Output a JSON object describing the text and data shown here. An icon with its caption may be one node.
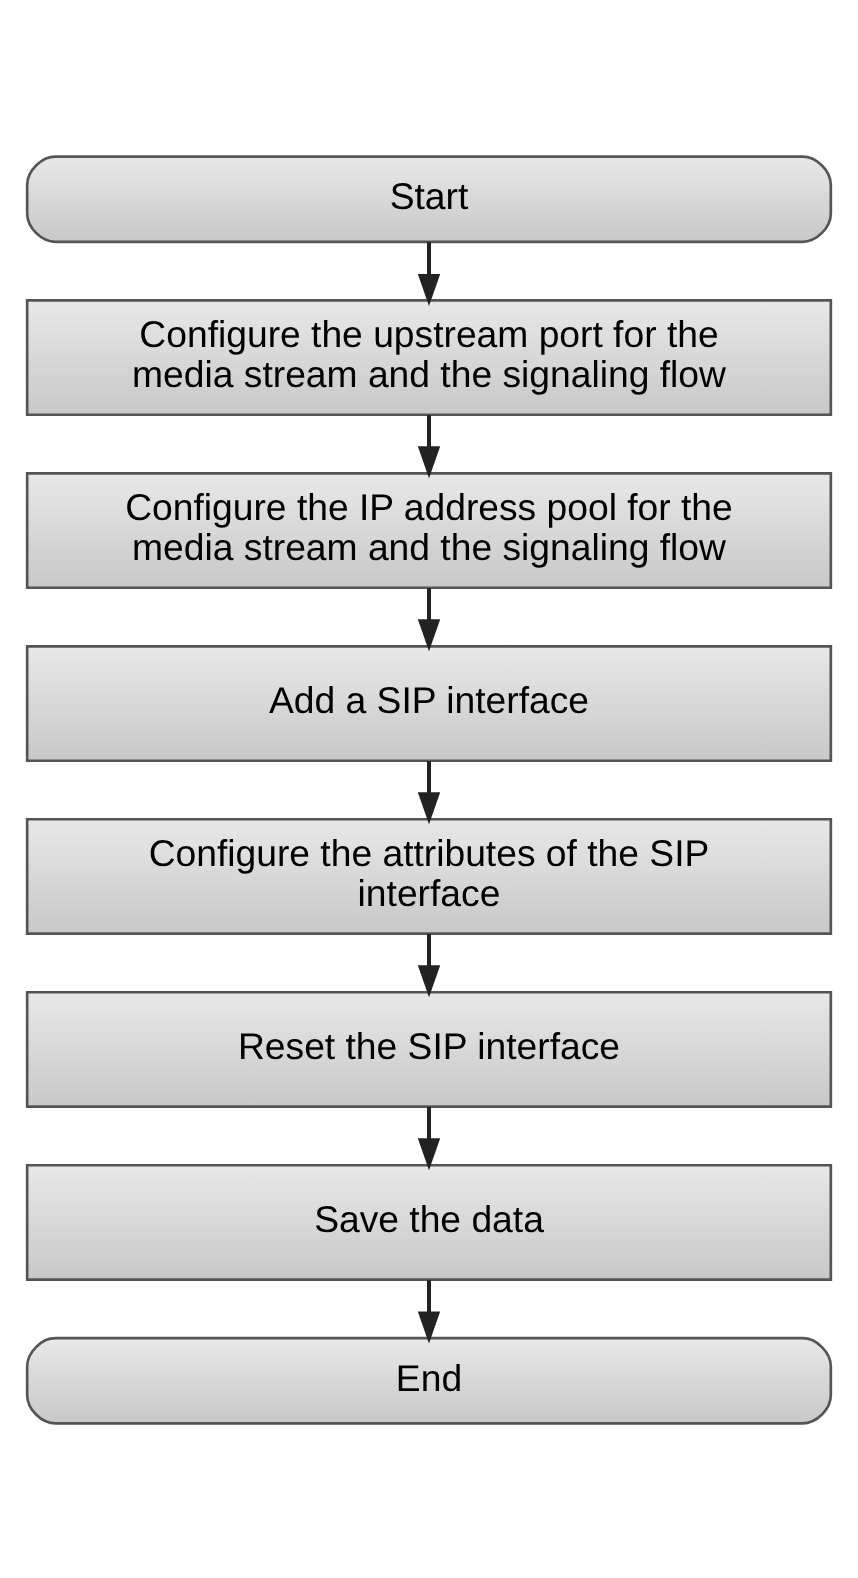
{
  "diagram": {
    "nodes": [
      {
        "text": [
          "Start"
        ]
      },
      {
        "text": [
          "Configure the upstream port for the media stream and the signaling flow"
        ]
      },
      {
        "text": [
          "Configure the IP address pool for the media stream and the signaling flow"
        ]
      },
      {
        "text": [
          "Add a SIP interface"
        ]
      },
      {
        "text": [
          "Configure the attributes of the SIP interface"
        ]
      },
      {
        "text": [
          "Reset the SIP interface"
        ]
      },
      {
        "text": [
          "Save the data"
        ]
      },
      {
        "text": [
          "End"
        ]
      }
    ],
    "edges": [
      {
        "from": 0,
        "to": 1,
        "arrow": "to"
      },
      {
        "from": 1,
        "to": 2,
        "arrow": "to"
      },
      {
        "from": 2,
        "to": 3,
        "arrow": "to"
      },
      {
        "from": 3,
        "to": 4,
        "arrow": "to"
      },
      {
        "from": 4,
        "to": 5,
        "arrow": "to"
      },
      {
        "from": 5,
        "to": 6,
        "arrow": "to"
      },
      {
        "from": 6,
        "to": 7,
        "arrow": "to"
      }
    ]
  }
}
